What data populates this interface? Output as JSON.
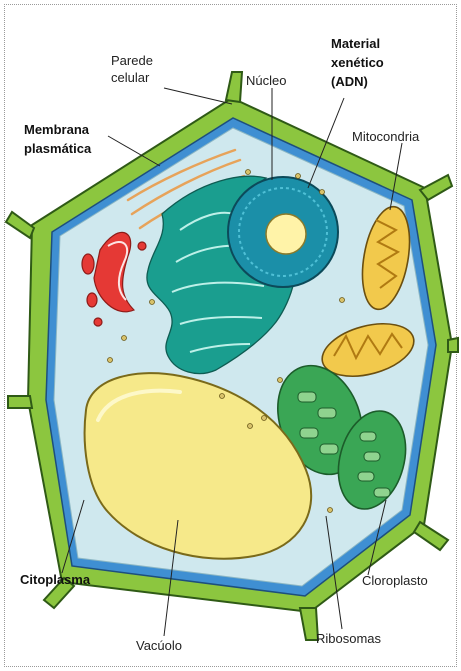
{
  "labels": {
    "pared_celular": [
      "Parede",
      "celular"
    ],
    "nucleo": "Núcleo",
    "material_genetico": [
      "Material",
      "xenético",
      "(ADN)"
    ],
    "membrana": [
      "Membrana",
      "plasmática"
    ],
    "mitocondria": "Mitocondria",
    "citoplasma": "Citoplasma",
    "cloroplasto": "Cloroplasto",
    "ribosomas": "Ribosomas",
    "vacuolo": "Vacúolo"
  },
  "colors": {
    "cell_wall": "#8cc63f",
    "membrane": "#3f8fd2",
    "cytoplasm": "#cfe8ee",
    "golgi_red": "#e53935",
    "reticulum": "#1a9e8f",
    "nucleus": "#1b8fa8",
    "nucleolus": "#fff3a8",
    "mitochondria": "#f2c94c",
    "chloroplast": "#3aa655",
    "vacuole": "#f6e98a",
    "filaments": "#e7a35a"
  }
}
